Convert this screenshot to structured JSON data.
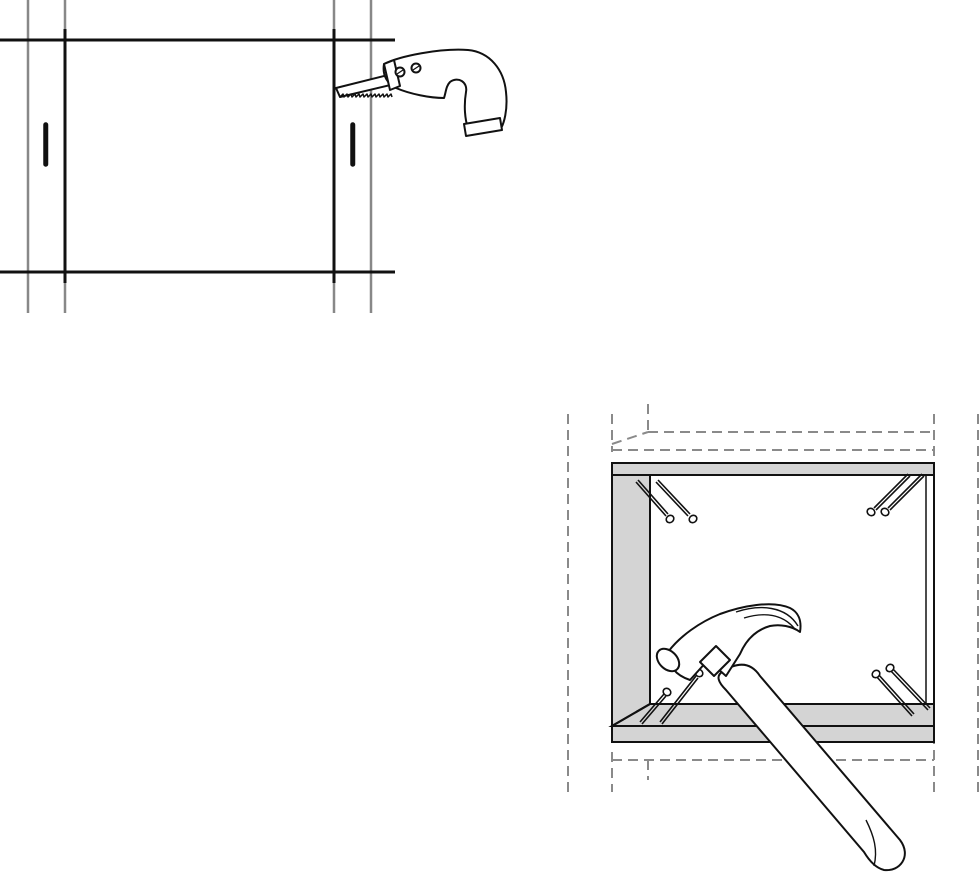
{
  "figures": [
    {
      "id": "step-cut-opening",
      "tool": "drywall-saw",
      "panels": [
        "stud-left",
        "stud-right"
      ],
      "icon": "saw-icon"
    },
    {
      "id": "step-frame-box",
      "tool": "claw-hammer",
      "fasteners": "nail",
      "nail_count": 8,
      "icon": "hammer-icon"
    }
  ],
  "colors": {
    "line": "#111111",
    "stud_line": "#888888",
    "dashed": "#8a8a8a",
    "board_fill": "#d4d4d4",
    "paper": "#ffffff"
  }
}
